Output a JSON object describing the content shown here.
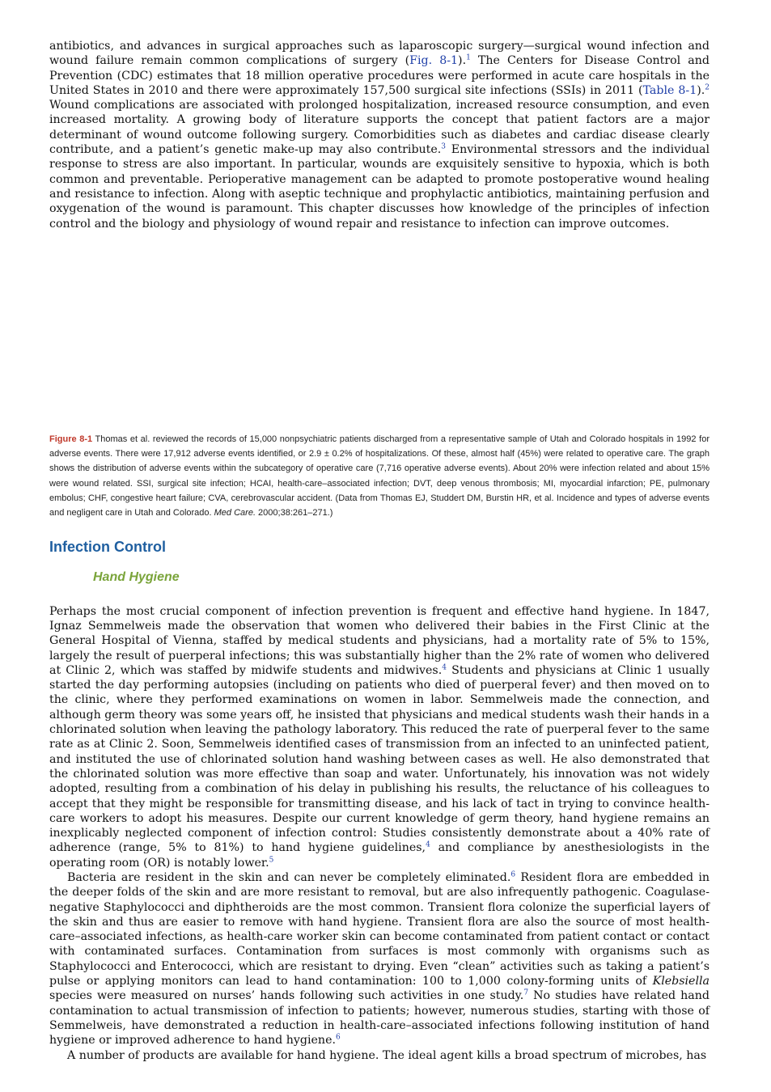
{
  "intro": {
    "t1": "antibiotics, and advances in surgical approaches such as laparoscopic surgery—surgical wound infection and wound failure remain common complications of surgery (",
    "fig_ref": "Fig. 8-1",
    "t2": ").",
    "sup1": "1",
    "t3": " The Centers for Disease Control and Prevention (CDC) estimates that 18 million operative procedures were performed in acute care hospitals in the United States in 2010 and there were approximately 157,500 surgical site infections (SSIs) in 2011 (",
    "table_ref": "Table 8-1",
    "t4": ").",
    "sup2": "2",
    "t5": " Wound complications are associated with prolonged hospitalization, increased resource consumption, and even increased mortality. A growing body of literature supports the concept that patient factors are a major determinant of wound outcome following surgery. Comorbidities such as diabetes and cardiac disease clearly contribute, and a patient’s genetic make-up may also contribute.",
    "sup3": "3",
    "t6": " Environmental stressors and the individual response to stress are also important. In particular, wounds are exquisitely sensitive to hypoxia, which is both common and preventable. Perioperative management can be adapted to promote postoperative wound healing and resistance to infection. Along with aseptic technique and prophylactic antibiotics, maintaining perfusion and oxygenation of the wound is paramount. This chapter discusses how knowledge of the principles of infection control and the biology and physiology of wound repair and resistance to infection can improve outcomes."
  },
  "figure": {
    "label": "Figure 8-1",
    "c1": " Thomas et al. reviewed the records of 15,000 nonpsychiatric patients discharged from a representative sample of Utah and Colorado hospitals in 1992 for adverse events. There were 17,912 adverse events identified, or 2.9 ± 0.2% of hospitalizations. Of these, almost half (45%) were related to operative care. The graph shows the distribution of adverse events within the subcategory of operative care (7,716 operative adverse events). About 20% were infection related and about 15% were wound related. SSI, surgical site infection; HCAI, health-care–associated infection; DVT, deep venous thrombosis; MI, myocardial infarction; PE, pulmonary embolus; CHF, congestive heart failure; CVA, cerebrovascular accident. (Data from Thomas EJ, Studdert DM, Burstin HR, et al. Incidence and types of adverse events and negligent care in Utah and Colorado. ",
    "journal": "Med Care.",
    "c2": " 2000;38:261–271.)"
  },
  "section": {
    "title": "Infection Control"
  },
  "subsection": {
    "title": "Hand Hygiene"
  },
  "p1": {
    "t1": "Perhaps the most crucial component of infection prevention is frequent and effective hand hygiene. In 1847, Ignaz Semmelweis made the observation that women who delivered their babies in the First Clinic at the General Hospital of Vienna, staffed by medical students and physicians, had a mortality rate of 5% to 15%, largely the result of puerperal infections; this was substantially higher than the 2% rate of women who delivered at Clinic 2, which was staffed by midwife students and midwives.",
    "sup1": "4",
    "t2": " Students and physicians at Clinic 1 usually started the day performing autopsies (including on patients who died of puerperal fever) and then moved on to the clinic, where they performed examinations on women in labor. Semmelweis made the connection, and although germ theory was some years off, he insisted that physicians and medical students wash their hands in a chlorinated solution when leaving the pathology laboratory. This reduced the rate of puerperal fever to the same rate as at Clinic 2. Soon, Semmelweis identified cases of transmission from an infected to an uninfected patient, and instituted the use of chlorinated solution hand washing between cases as well. He also demonstrated that the chlorinated solution was more effective than soap and water. Unfortunately, his innovation was not widely adopted, resulting from a combination of his delay in publishing his results, the reluctance of his colleagues to accept that they might be responsible for transmitting disease, and his lack of tact in trying to convince health-care workers to adopt his measures. Despite our current knowledge of germ theory, hand hygiene remains an inexplicably neglected component of infection control: Studies consistently demonstrate about a 40% rate of adherence (range, 5% to 81%) to hand hygiene guidelines,",
    "sup2": "4",
    "t3": " and compliance by anesthesiologists in the operating room (OR) is notably lower.",
    "sup3": "5"
  },
  "p2": {
    "t1": "Bacteria are resident in the skin and can never be completely eliminated.",
    "sup1": "6",
    "t2": " Resident flora are embedded in the deeper folds of the skin and are more resistant to removal, but are also infrequently pathogenic. Coagulase-negative Staphylococci and diphtheroids are the most common. Transient flora colonize the superficial layers of the skin and thus are easier to remove with hand hygiene. Transient flora are also the source of most health-care–associated infections, as health-care worker skin can become contaminated from patient contact or contact with contaminated surfaces. Contamination from surfaces is most commonly with organisms such as Staphylococci and Enterococci, which are resistant to drying. Even “clean” activities such as taking a patient’s pulse or applying monitors can lead to hand contamination: 100 to 1,000 colony-forming units of ",
    "klebsiella": "Klebsiella",
    "t3": " species were measured on nurses’ hands following such activities in one study.",
    "sup2": "7",
    "t4": " No studies have related hand contamination to actual transmission of infection to patients; however, numerous studies, starting with those of Semmelweis, have demonstrated a reduction in health-care–associated infections following institution of hand hygiene or improved adherence to hand hygiene.",
    "sup3": "6"
  },
  "p3": {
    "t1": "A number of products are available for hand hygiene. The ideal agent kills a broad spectrum of microbes, has"
  }
}
